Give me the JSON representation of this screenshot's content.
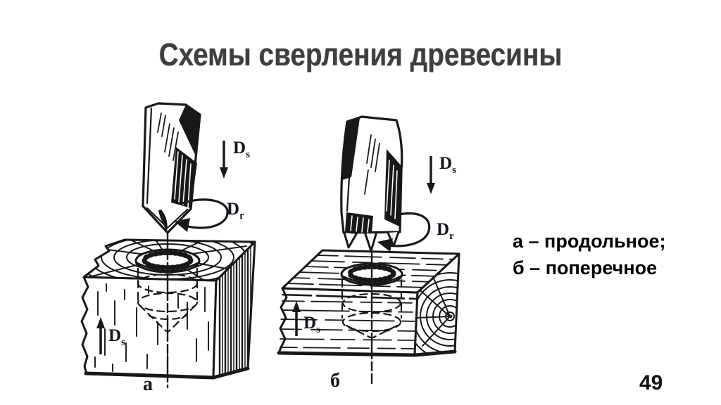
{
  "slide": {
    "title": "Схемы сверления древесины",
    "page_number": "49"
  },
  "legend": {
    "line1": "а – продольное;",
    "line2": "б – поперечное"
  },
  "labels": {
    "feed": {
      "symbol": "D",
      "subscript": "s"
    },
    "rotation": {
      "symbol": "D",
      "subscript": "r"
    }
  },
  "diagrams": {
    "a": {
      "caption": "а"
    },
    "b": {
      "caption": "б"
    }
  },
  "colors": {
    "ink": "#181818",
    "title_gray": "#3e3e3e"
  }
}
